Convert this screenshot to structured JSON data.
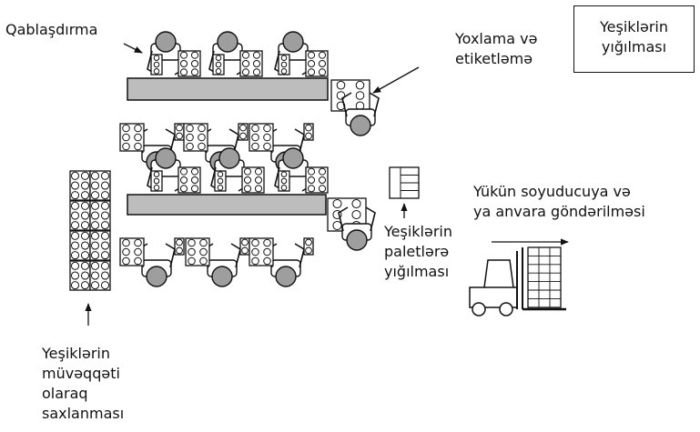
{
  "labels": {
    "packing": "Qablaşdırma",
    "checking_line1": "Yoxlama və",
    "checking_line2": "etiketləmə",
    "box_stacking_line1": "Yeşiklərin",
    "box_stacking_line2": "yığılması",
    "shipping_line1": "Yükün soyuducuya və",
    "shipping_line2": "ya anvara göndərilməsi",
    "palletizing_line1": "Yeşiklərin",
    "palletizing_line2": "paletlərə",
    "palletizing_line3": "yığılması",
    "storage_line1": "Yeşiklərin",
    "storage_line2": "müvəqqəti",
    "storage_line3": "olaraq",
    "storage_line4": "saxlanması"
  },
  "colors": {
    "line": "#111111",
    "table_fill": "#bdbdbd",
    "worker_fill": "#9e9e9e",
    "box_fill": "#ffffff",
    "background": "#ffffff"
  }
}
